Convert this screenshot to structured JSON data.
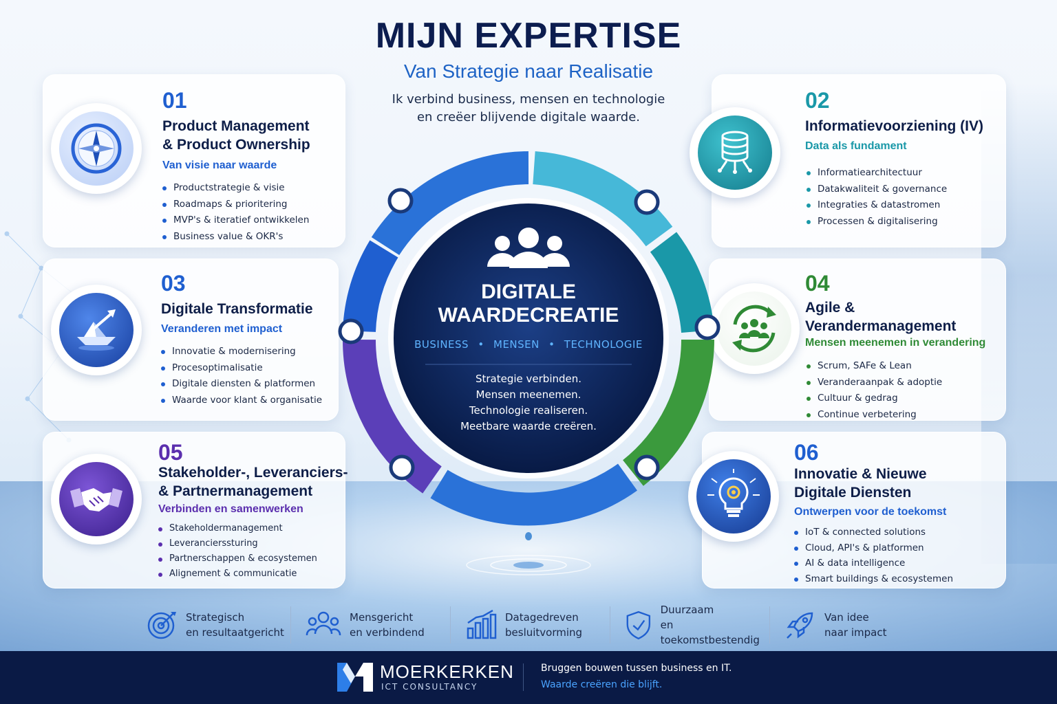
{
  "header": {
    "title": "MIJN EXPERTISE",
    "subtitle": "Van Strategie naar Realisatie",
    "intro_line1": "Ik verbind business, mensen en technologie",
    "intro_line2": "en creëer blijvende digitale waarde."
  },
  "center": {
    "title_line1": "DIGITALE",
    "title_line2": "WAARDECREATIE",
    "pillars": [
      "BUSINESS",
      "MENSEN",
      "TECHNOLOGIE"
    ],
    "separator": "•",
    "statements": [
      "Strategie verbinden.",
      "Mensen meenemen.",
      "Technologie realiseren.",
      "Meetbare waarde creëren."
    ],
    "icon": "people-group-icon"
  },
  "cards": [
    {
      "num": "01",
      "title_line1": "Product Management",
      "title_line2": "& Product Ownership",
      "tagline": "Van visie naar waarde",
      "icon": "compass-icon",
      "color": "#1f5fd0",
      "items": [
        "Productstrategie & visie",
        "Roadmaps & prioritering",
        "MVP's & iteratief ontwikkelen",
        "Business value & OKR's"
      ]
    },
    {
      "num": "02",
      "title_line1": "Informatievoorziening (IV)",
      "title_line2": "",
      "tagline": "Data als fundament",
      "icon": "database-icon",
      "color": "#1a98a8",
      "items": [
        "Informatiearchitectuur",
        "Datakwaliteit & governance",
        "Integraties & datastromen",
        "Processen & digitalisering"
      ]
    },
    {
      "num": "03",
      "title_line1": "Digitale Transformatie",
      "title_line2": "",
      "tagline": "Veranderen met impact",
      "icon": "paper-boat-arrow-icon",
      "color": "#1f5fd0",
      "items": [
        "Innovatie & modernisering",
        "Procesoptimalisatie",
        "Digitale diensten & platformen",
        "Waarde voor klant & organisatie"
      ]
    },
    {
      "num": "04",
      "title_line1": "Agile &",
      "title_line2": "Verandermanagement",
      "tagline": "Mensen meenemen in verandering",
      "icon": "team-cycle-icon",
      "color": "#2f8a35",
      "items": [
        "Scrum, SAFe & Lean",
        "Veranderaanpak & adoptie",
        "Cultuur & gedrag",
        "Continue verbetering"
      ]
    },
    {
      "num": "05",
      "title_line1": "Stakeholder-, Leveranciers-",
      "title_line2": "& Partnermanagement",
      "tagline": "Verbinden en samenwerken",
      "icon": "handshake-icon",
      "color": "#5b2fae",
      "items": [
        "Stakeholdermanagement",
        "Leverancierssturing",
        "Partnerschappen & ecosystemen",
        "Alignement & communicatie"
      ]
    },
    {
      "num": "06",
      "title_line1": "Innovatie & Nieuwe",
      "title_line2": "Digitale Diensten",
      "tagline": "Ontwerpen voor de toekomst",
      "icon": "lightbulb-gear-icon",
      "color": "#1f5fd0",
      "items": [
        "IoT & connected solutions",
        "Cloud, API's & platformen",
        "AI & data intelligence",
        "Smart buildings & ecosystemen"
      ]
    }
  ],
  "values": [
    {
      "line1": "Strategisch",
      "line2": "en resultaatgericht",
      "icon": "target-icon"
    },
    {
      "line1": "Mensgericht",
      "line2": "en verbindend",
      "icon": "people-icon"
    },
    {
      "line1": "Datagedreven",
      "line2": "besluitvorming",
      "icon": "bar-chart-icon"
    },
    {
      "line1": "Duurzaam",
      "line2": "en toekomstbestendig",
      "icon": "shield-check-icon"
    },
    {
      "line1": "Van idee",
      "line2": "naar impact",
      "icon": "rocket-icon"
    }
  ],
  "footer": {
    "company": "MOERKERKEN",
    "company_sub": "ICT CONSULTANCY",
    "line1": "Bruggen bouwen tussen business en IT.",
    "line2": "Waarde creëren die blijft.",
    "logo_icon": "m-logo-icon"
  },
  "colors": {
    "navy": "#0c1d4f",
    "blue": "#1f5fd0",
    "teal": "#1a98a8",
    "green": "#2f8a35",
    "purple": "#5b2fae",
    "footer": "#0a1a45",
    "accent": "#4aa3ff"
  }
}
